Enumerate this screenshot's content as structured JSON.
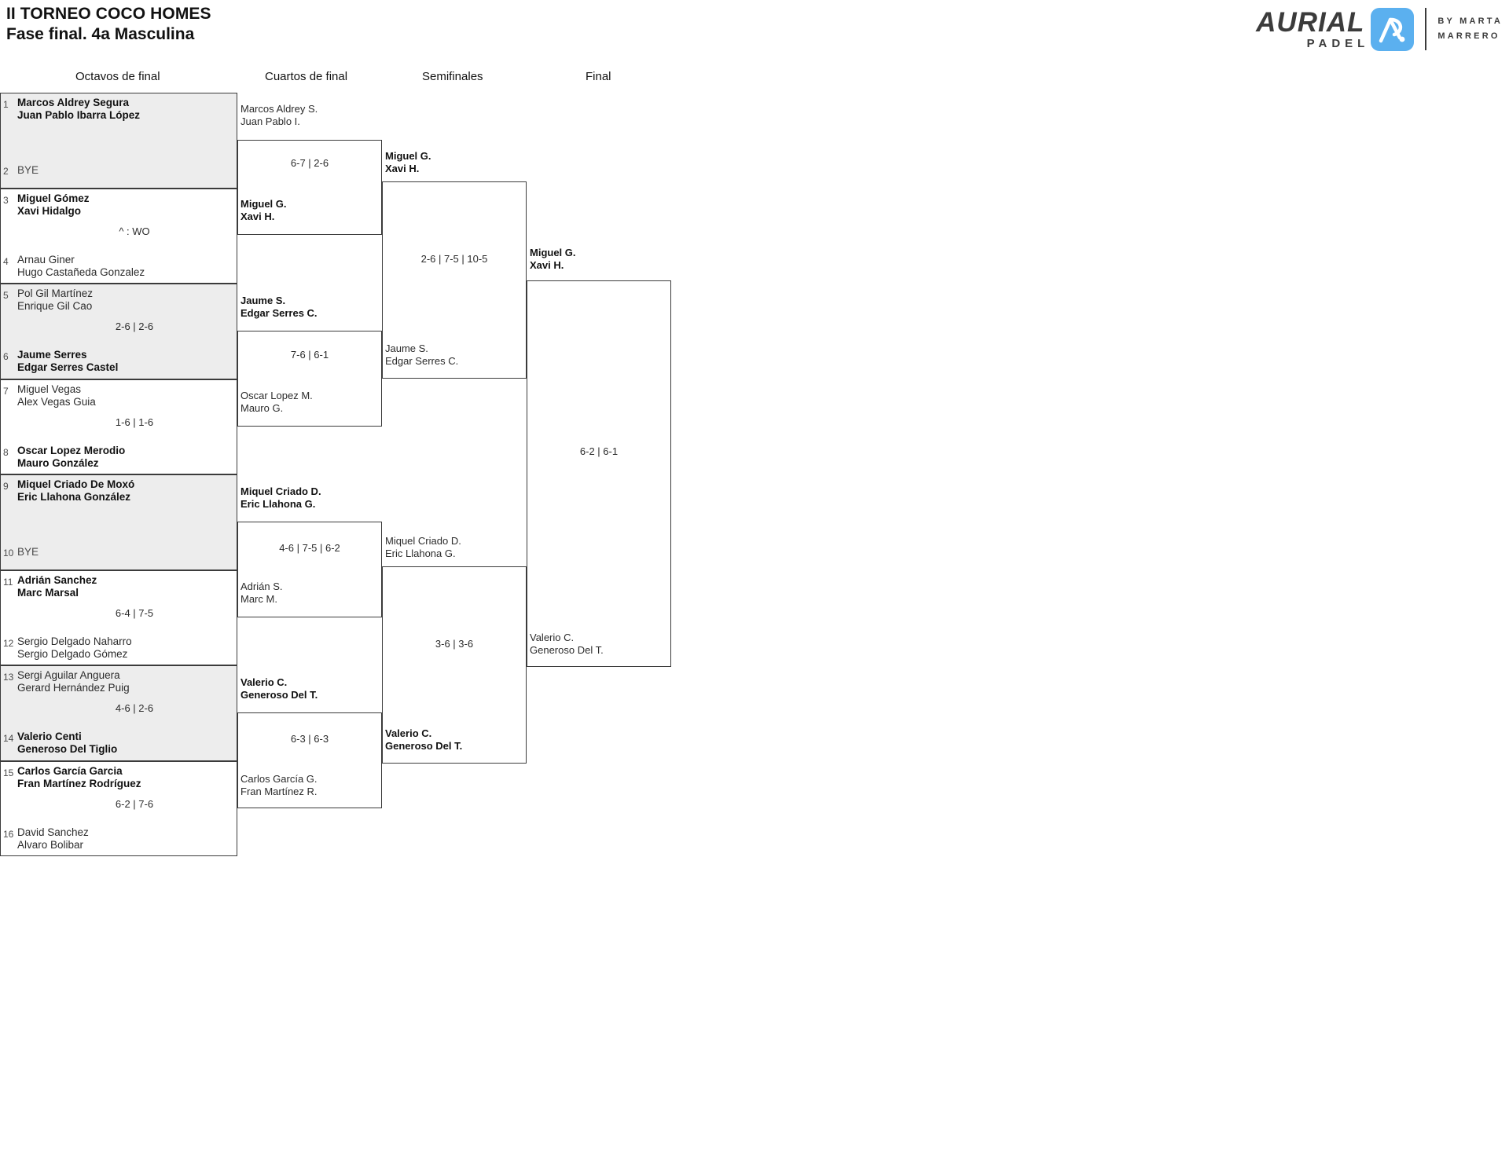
{
  "header": {
    "title": "II TORNEO COCO HOMES",
    "subtitle": "Fase final. 4a Masculina",
    "logo": {
      "brand": "AURIAL",
      "sub": "PADEL",
      "by_line1": "BY  MARTA",
      "by_line2": "MARRERO"
    }
  },
  "rounds": [
    {
      "label": "Octavos de final"
    },
    {
      "label": "Cuartos de final"
    },
    {
      "label": "Semifinales"
    },
    {
      "label": "Final"
    }
  ],
  "round1": [
    {
      "shaded": true,
      "top": {
        "seed": "1",
        "line1": "Marcos Aldrey Segura",
        "line2": "Juan Pablo Ibarra López",
        "winner": true
      },
      "bottom": {
        "seed": "2",
        "bye": "BYE"
      },
      "score": ""
    },
    {
      "shaded": false,
      "top": {
        "seed": "3",
        "line1": "Miguel Gómez",
        "line2": "Xavi Hidalgo",
        "winner": true
      },
      "bottom": {
        "seed": "4",
        "line1": "Arnau Giner",
        "line2": "Hugo Castañeda Gonzalez",
        "winner": false
      },
      "score": "^ : WO"
    },
    {
      "shaded": true,
      "top": {
        "seed": "5",
        "line1": "Pol Gil Martínez",
        "line2": "Enrique Gil Cao",
        "winner": false
      },
      "bottom": {
        "seed": "6",
        "line1": "Jaume Serres",
        "line2": "Edgar Serres Castel",
        "winner": true
      },
      "score": "2-6 | 2-6"
    },
    {
      "shaded": false,
      "top": {
        "seed": "7",
        "line1": "Miguel Vegas",
        "line2": "Alex Vegas Guia",
        "winner": false
      },
      "bottom": {
        "seed": "8",
        "line1": "Oscar Lopez Merodio",
        "line2": "Mauro González",
        "winner": true
      },
      "score": "1-6 | 1-6"
    },
    {
      "shaded": true,
      "top": {
        "seed": "9",
        "line1": "Miquel Criado De Moxó",
        "line2": "Eric Llahona González",
        "winner": true
      },
      "bottom": {
        "seed": "10",
        "bye": "BYE"
      },
      "score": ""
    },
    {
      "shaded": false,
      "top": {
        "seed": "11",
        "line1": "Adrián Sanchez",
        "line2": "Marc Marsal",
        "winner": true
      },
      "bottom": {
        "seed": "12",
        "line1": "Sergio Delgado Naharro",
        "line2": "Sergio Delgado Gómez",
        "winner": false
      },
      "score": "6-4 | 7-5"
    },
    {
      "shaded": true,
      "top": {
        "seed": "13",
        "line1": "Sergi Aguilar Anguera",
        "line2": "Gerard Hernández Puig",
        "winner": false
      },
      "bottom": {
        "seed": "14",
        "line1": "Valerio Centi",
        "line2": "Generoso Del Tiglio",
        "winner": true
      },
      "score": "4-6 | 2-6"
    },
    {
      "shaded": false,
      "top": {
        "seed": "15",
        "line1": "Carlos García Garcia",
        "line2": "Fran Martínez Rodríguez",
        "winner": true
      },
      "bottom": {
        "seed": "16",
        "line1": "David Sanchez",
        "line2": "Alvaro Bolibar",
        "winner": false
      },
      "score": "6-2 | 7-6"
    }
  ],
  "quarterfinals": [
    {
      "top": {
        "line1": "Marcos Aldrey S.",
        "line2": "Juan Pablo I.",
        "winner": false
      },
      "bottom": {
        "line1": "Miguel G.",
        "line2": "Xavi H.",
        "winner": true
      },
      "score": "6-7 | 2-6"
    },
    {
      "top": {
        "line1": "Jaume S.",
        "line2": "Edgar Serres C.",
        "winner": true
      },
      "bottom": {
        "line1": "Oscar Lopez M.",
        "line2": "Mauro G.",
        "winner": false
      },
      "score": "7-6 | 6-1"
    },
    {
      "top": {
        "line1": "Miquel Criado D.",
        "line2": "Eric Llahona G.",
        "winner": true
      },
      "bottom": {
        "line1": "Adrián S.",
        "line2": "Marc M.",
        "winner": false
      },
      "score": "4-6 | 7-5 | 6-2"
    },
    {
      "top": {
        "line1": "Valerio C.",
        "line2": "Generoso Del T.",
        "winner": true
      },
      "bottom": {
        "line1": "Carlos García G.",
        "line2": "Fran Martínez R.",
        "winner": false
      },
      "score": "6-3 | 6-3"
    }
  ],
  "semifinals": [
    {
      "top": {
        "line1": "Miguel G.",
        "line2": "Xavi H.",
        "winner": true
      },
      "bottom": {
        "line1": "Jaume S.",
        "line2": "Edgar Serres C.",
        "winner": false
      },
      "score": "2-6 | 7-5 | 10-5"
    },
    {
      "top": {
        "line1": "Miquel Criado D.",
        "line2": "Eric Llahona G.",
        "winner": false
      },
      "bottom": {
        "line1": "Valerio C.",
        "line2": "Generoso Del T.",
        "winner": true
      },
      "score": "3-6 | 3-6"
    }
  ],
  "final": {
    "top": {
      "line1": "Miguel G.",
      "line2": "Xavi H.",
      "winner": true
    },
    "bottom": {
      "line1": "Valerio C.",
      "line2": "Generoso Del T.",
      "winner": false
    },
    "score": "6-2 | 6-1"
  }
}
